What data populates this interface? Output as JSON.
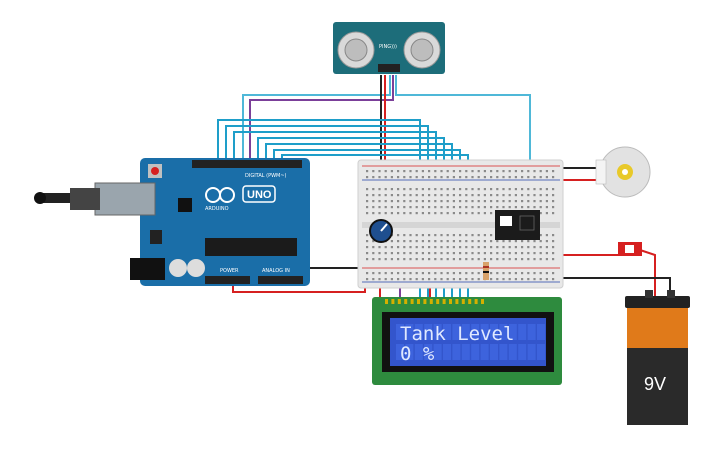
{
  "components": {
    "ultrasonic_sensor": {
      "label": "PING)))",
      "icon": "ultrasonic-sensor-icon"
    },
    "arduino": {
      "brand_text": "ARDUINO",
      "model_text": "UNO",
      "digital_label": "DIGITAL (PWM~)",
      "power_label": "POWER",
      "analog_label": "ANALOG IN"
    },
    "lcd": {
      "line1": "Tank Level",
      "line2": "0  %"
    },
    "battery": {
      "label": "9V"
    },
    "motor": {
      "icon": "dc-motor-icon"
    },
    "relay": {
      "icon": "relay-icon"
    },
    "potentiometer": {
      "icon": "potentiometer-icon"
    },
    "switch": {
      "icon": "slide-switch-icon"
    }
  },
  "colors": {
    "arduino_board": "#1a6ea8",
    "breadboard": "#e8e8e8",
    "lcd_frame": "#2e8b3e",
    "lcd_screen": "#3355cc",
    "sensor_board": "#1d6d7a",
    "wire_blue": "#1e9ec9",
    "wire_red": "#d62020",
    "wire_black": "#222222",
    "wire_purple": "#7b3f99",
    "battery_top": "#e07a1a",
    "battery_body": "#2a2a2a"
  }
}
